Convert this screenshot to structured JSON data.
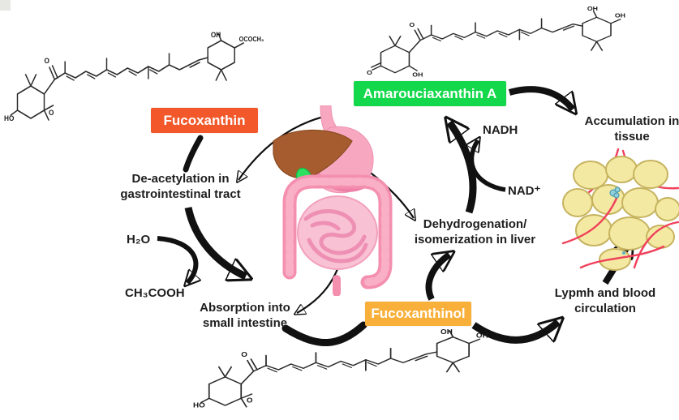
{
  "compounds": {
    "fucoxanthin": "Fucoxanthin",
    "amarouciaxanthin_a": "Amarouciaxanthin A",
    "fucoxanthinol": "Fucoxanthinol"
  },
  "processes": {
    "deacetylation_line1": "De-acetylation in",
    "deacetylation_line2": "gastrointestinal tract",
    "absorption_line1": "Absorption into",
    "absorption_line2": "small intestine",
    "dehydrogenation_line1": "Dehydrogenation/",
    "dehydrogenation_line2": "isomerization in liver",
    "lymph_line1": "Lypmh and blood",
    "lymph_line2": "circulation",
    "accumulation_line1": "Accumulation in",
    "accumulation_line2": "tissue"
  },
  "molecules": {
    "water": "H₂O",
    "acetic_acid": "CH₃COOH",
    "nadh": "NADH",
    "nad_plus": "NAD⁺"
  },
  "structure_labels": {
    "fucoxanthin": {
      "ketone_o": "O",
      "ho": "HO",
      "epoxide_o": "O",
      "oh_top": "OH",
      "ester": "OCOCH₃"
    },
    "amarouciaxanthin_a": {
      "ring_o": "O",
      "ring_oh": "OH",
      "ketone_o": "O",
      "oh_top": "OH",
      "oh_right": "OH"
    },
    "fucoxanthinol": {
      "ketone_o": "O",
      "ho": "HO",
      "epoxide_o": "O",
      "oh_top": "OH",
      "oh_right": "OH"
    }
  },
  "colors": {
    "fucoxanthin_box": "#F2582A",
    "amarouciaxanthin_box": "#14D84B",
    "fucoxanthinol_box": "#F8B03A",
    "arrow": "#111111",
    "liver": "#A65C2E",
    "stomach": "#F7A8C0",
    "gallbladder": "#2EE060",
    "intestine": "#F48FB0",
    "small_intestine": "#F9C2D4",
    "fat_cell": "#F4E9A3",
    "fat_cell_border": "#C6B35F",
    "capillary": "#F0405A",
    "blue_cell": "#8FD0DC"
  }
}
